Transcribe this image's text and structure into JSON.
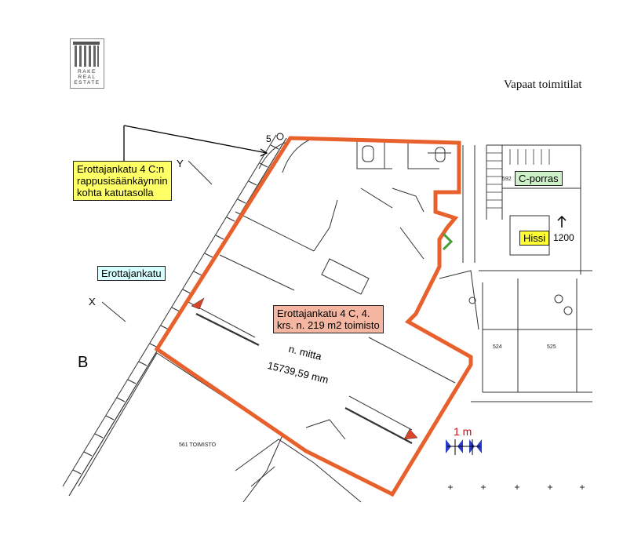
{
  "header": {
    "logo_lines": [
      "RAKE",
      "REAL",
      "ESTATE"
    ],
    "title": "Vapaat toimitilat"
  },
  "callouts": {
    "entrance": "Erottajankatu 4 C:n\nrappusisäänkäynnin\nkohta katutasolla",
    "street": "Erottajankatu",
    "office": "Erottajankatu 4 C, 4.\nkrs. n. 219 m2 toimisto"
  },
  "tags": {
    "stair": "C-porras",
    "lift": "Hissi"
  },
  "measurement": {
    "label": "n. mitta",
    "value": "15739,59 mm"
  },
  "scale": {
    "label": "1 m"
  },
  "plan_labels": {
    "x": "X",
    "y": "Y",
    "b": "B",
    "five": "5",
    "room_561": "561  TOIMISTO",
    "room_524": "524",
    "room_525": "525",
    "room_592": "592",
    "num_1200": "1200"
  },
  "colors": {
    "outline": "#e8612c",
    "callout_yellow": "#ffff66",
    "callout_cyan": "#d8ffff",
    "callout_salmon": "#f4b6a0",
    "tag_green": "#cdf0c8",
    "tag_yellow": "#ffff33",
    "scale": "#2a3cc8",
    "marker": "#d9442a"
  }
}
